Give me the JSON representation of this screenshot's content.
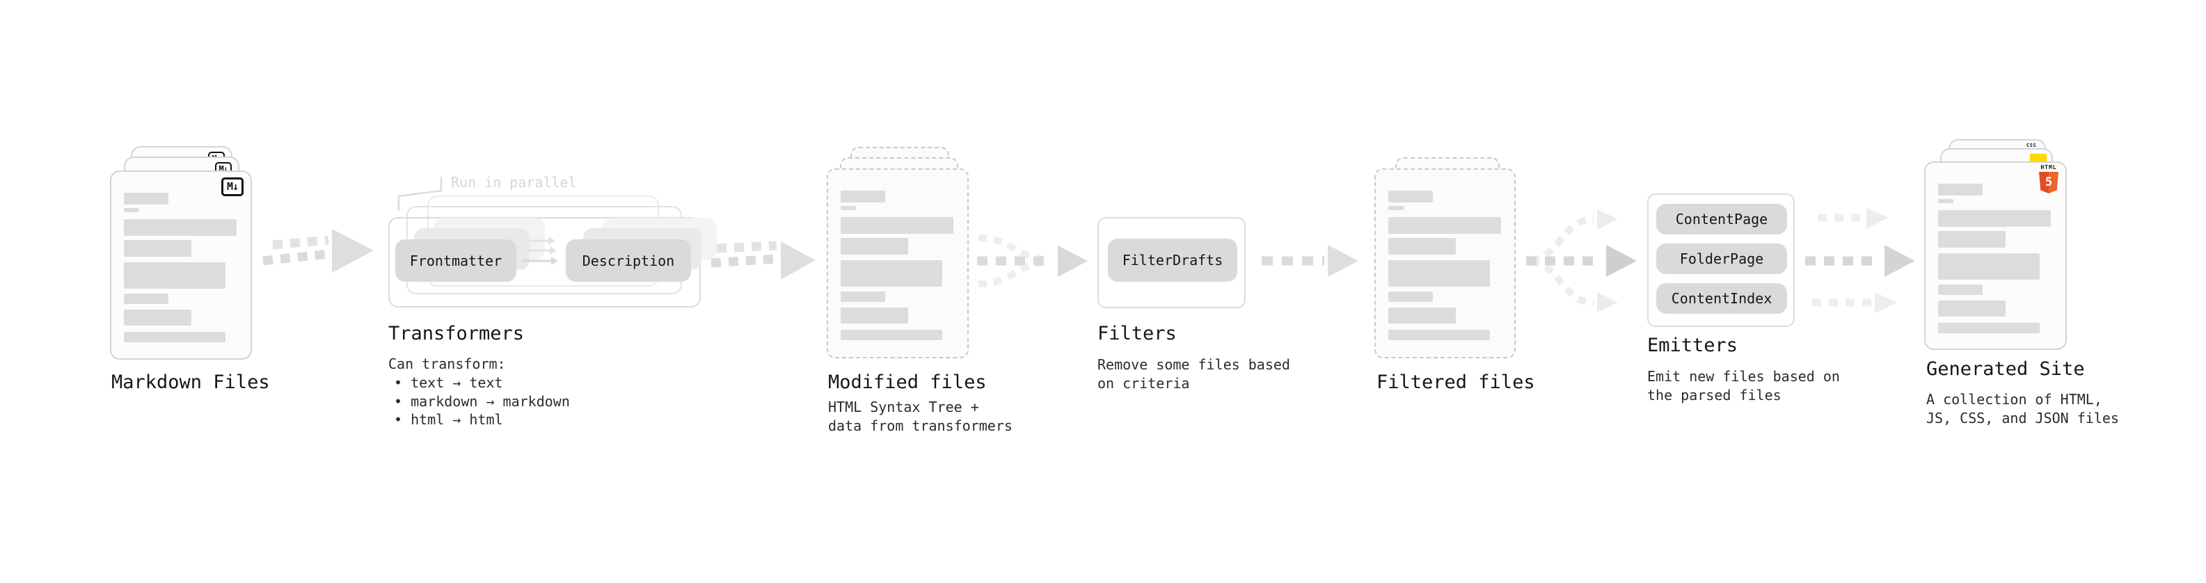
{
  "colors": {
    "html5_orange": "#e8491f",
    "html5_orange_light": "#f16529",
    "js_yellow": "#ffd900",
    "css_blue": "#2f6fe4"
  },
  "stages": {
    "markdown": {
      "label": "Markdown Files",
      "badge": "M↓"
    },
    "transformers": {
      "heading": "Transformers",
      "annotation": "Run in parallel",
      "pill_a": "Frontmatter",
      "pill_b": "Description",
      "caption_title": "Can transform:",
      "bullets": [
        "• text → text",
        "• markdown → markdown",
        "• html → html"
      ]
    },
    "modified": {
      "label": "Modified files",
      "caption_line1": "HTML Syntax Tree +",
      "caption_line2": "data from transformers"
    },
    "filters": {
      "heading": "Filters",
      "pill": "FilterDrafts",
      "caption_line1": "Remove some files based",
      "caption_line2": "on criteria"
    },
    "filtered": {
      "label": "Filtered files"
    },
    "emitters": {
      "heading": "Emitters",
      "pills": [
        "ContentPage",
        "FolderPage",
        "ContentIndex"
      ],
      "caption_line1": "Emit new files based on",
      "caption_line2": "the parsed files"
    },
    "generated": {
      "label": "Generated Site",
      "caption_line1": "A collection of HTML,",
      "caption_line2": "JS, CSS, and JSON files",
      "badge_css": "CSS",
      "badge_html_word": "HTML",
      "badge_html_number": "5"
    }
  }
}
